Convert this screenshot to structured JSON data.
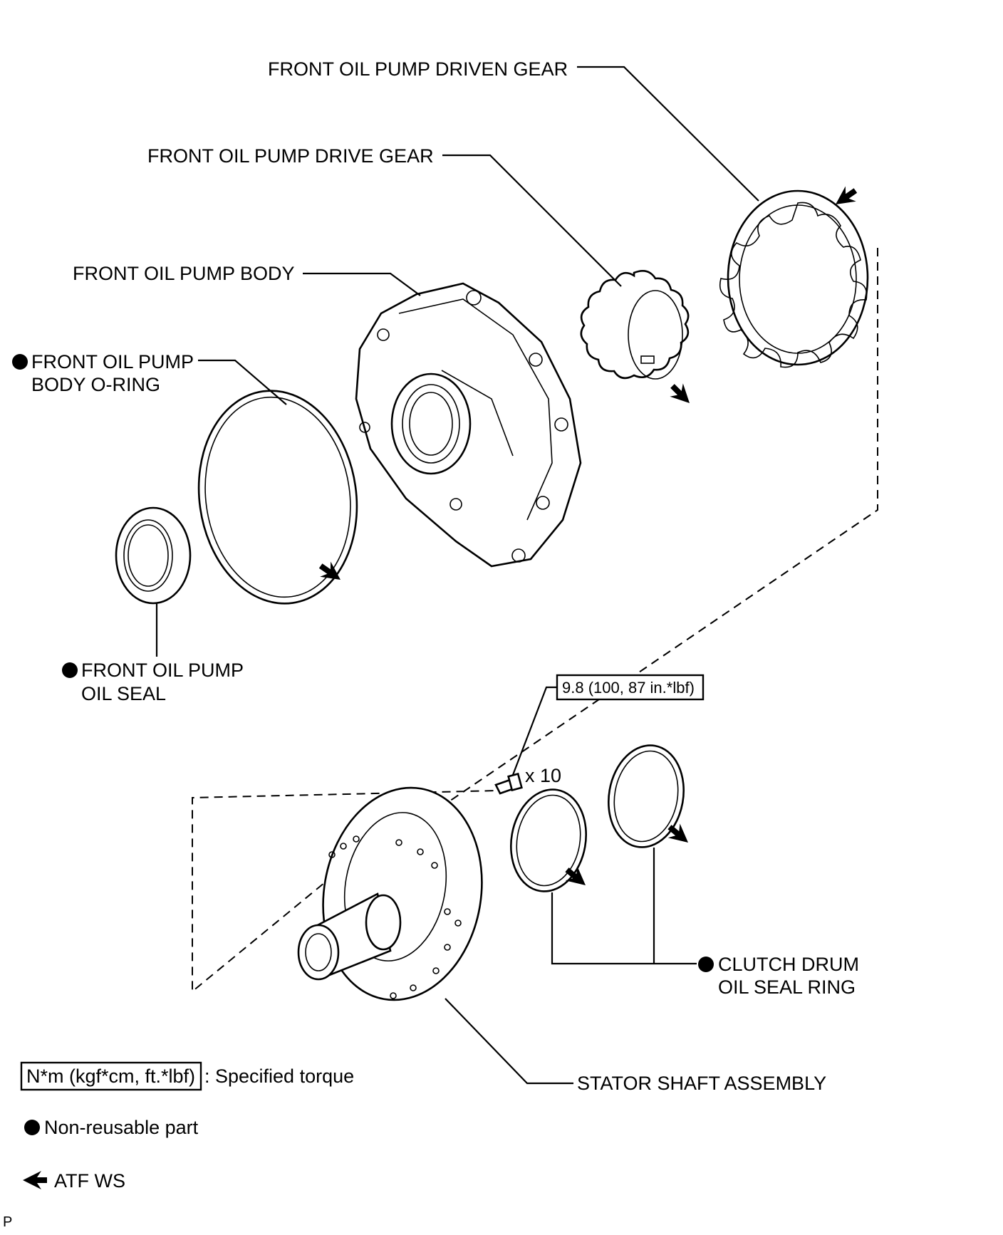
{
  "labels": {
    "driven_gear": "FRONT OIL PUMP DRIVEN GEAR",
    "drive_gear": "FRONT OIL PUMP DRIVE GEAR",
    "pump_body": "FRONT OIL PUMP BODY",
    "oring_line1": "FRONT OIL PUMP",
    "oring_line2": "BODY O-RING",
    "oil_seal_line1": "FRONT OIL PUMP",
    "oil_seal_line2": "OIL SEAL",
    "torque_value": "9.8 (100, 87 in.*lbf)",
    "bolt_qty": "x 10",
    "ring_line1": "CLUTCH DRUM",
    "ring_line2": "OIL SEAL RING",
    "stator": "STATOR SHAFT ASSEMBLY"
  },
  "legend": {
    "torque_box": "N*m (kgf*cm, ft.*lbf)",
    "torque_text": ": Specified torque",
    "nonreusable_text": "Non-reusable part",
    "atf_text": "ATF WS"
  },
  "footer": {
    "code": "P"
  }
}
